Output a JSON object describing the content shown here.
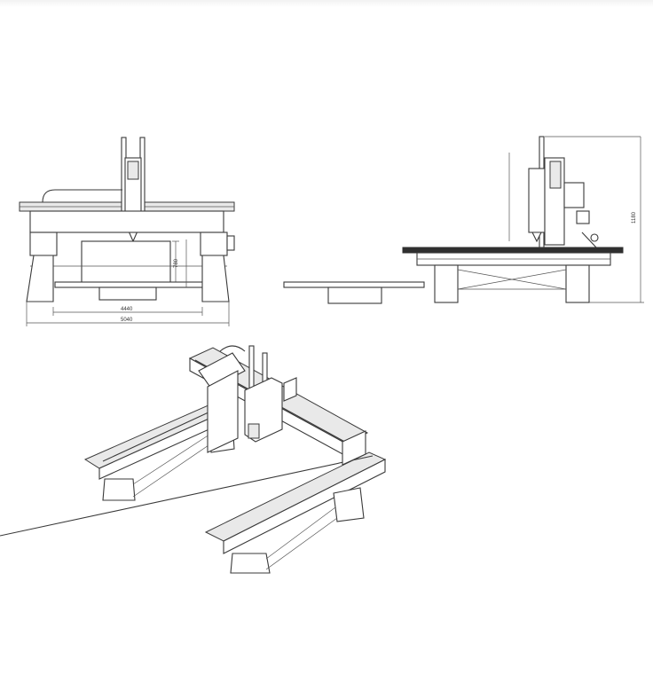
{
  "dimensions": {
    "front_inner": "4440",
    "front_outer": "5040",
    "front_height": "780",
    "side_height": "1180"
  }
}
